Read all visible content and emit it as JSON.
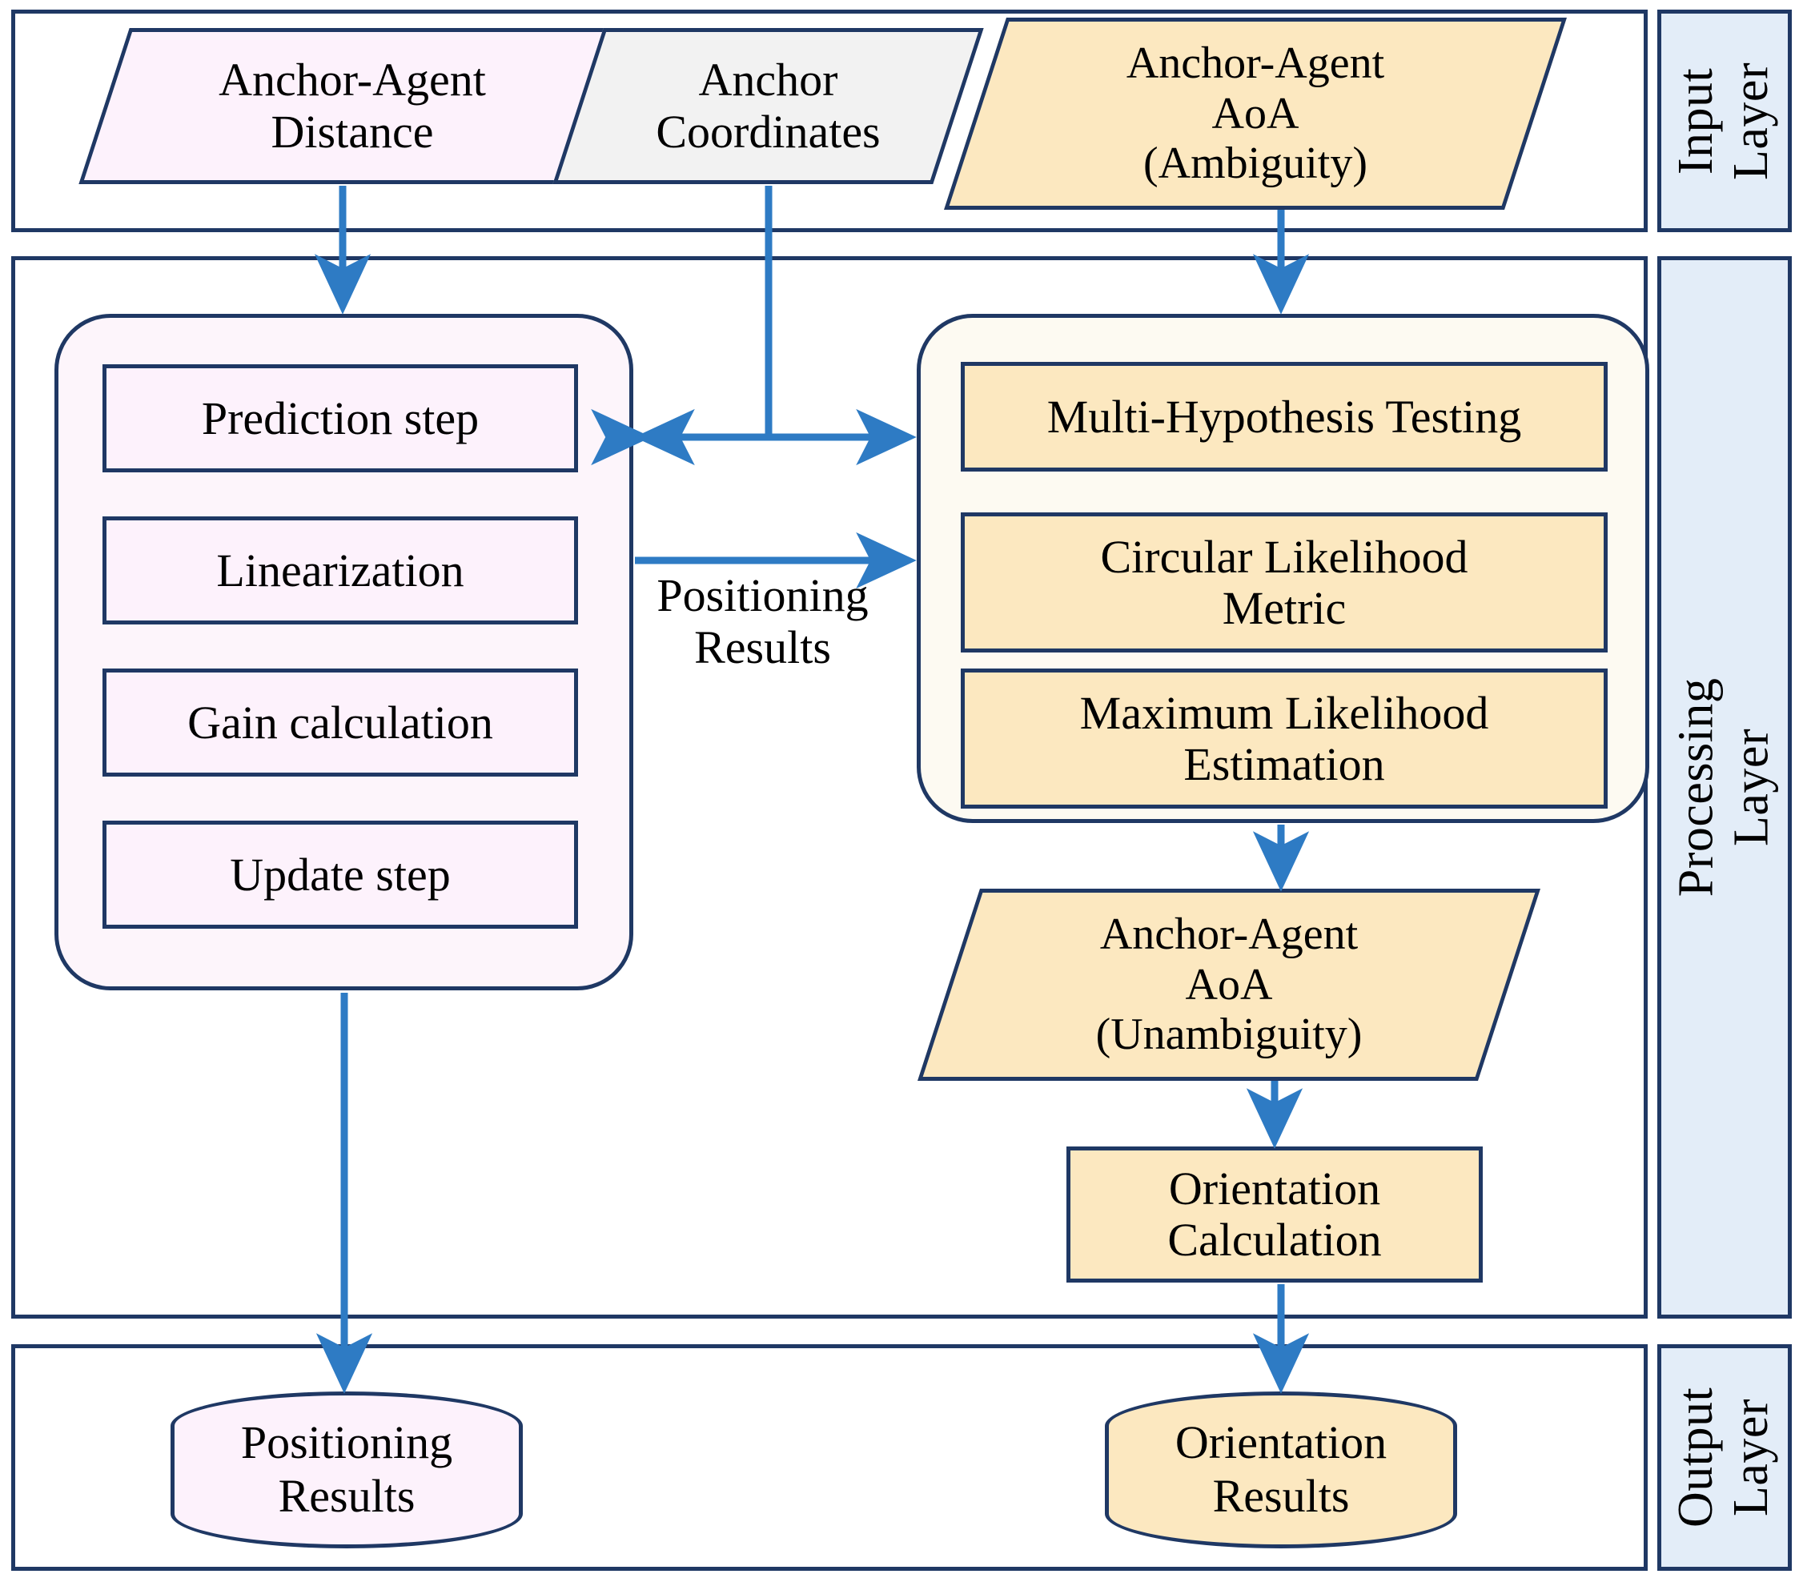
{
  "layers": {
    "input": {
      "label_line1": "Input",
      "label_line2": "Layer"
    },
    "processing": {
      "label_line1": "Processing",
      "label_line2": "Layer"
    },
    "output": {
      "label_line1": "Output",
      "label_line2": "Layer"
    }
  },
  "input_nodes": [
    {
      "id": "anchor-agent-distance",
      "line1": "Anchor-Agent",
      "line2": "Distance",
      "line3": "",
      "fill": "#fdf2fc"
    },
    {
      "id": "anchor-coordinates",
      "line1": "Anchor",
      "line2": "Coordinates",
      "line3": "",
      "fill": "#f2f2f2"
    },
    {
      "id": "anchor-agent-aoa-ambiguity",
      "line1": "Anchor-Agent",
      "line2": "AoA",
      "line3": "(Ambiguity)",
      "fill": "#fce8c0"
    }
  ],
  "ekf_steps": [
    {
      "id": "prediction-step",
      "label": "Prediction step"
    },
    {
      "id": "linearization",
      "label": "Linearization"
    },
    {
      "id": "gain-calculation",
      "label": "Gain calculation"
    },
    {
      "id": "update-step",
      "label": "Update step"
    }
  ],
  "aoa_steps": [
    {
      "id": "multi-hypothesis-testing",
      "line1": "Multi-Hypothesis Testing",
      "line2": ""
    },
    {
      "id": "circular-likelihood-metric",
      "line1": "Circular Likelihood",
      "line2": "Metric"
    },
    {
      "id": "maximum-likelihood-estimation",
      "line1": "Maximum Likelihood",
      "line2": "Estimation"
    }
  ],
  "edge_labels": {
    "positioning_results_line1": "Positioning",
    "positioning_results_line2": "Results"
  },
  "aoa_unambiguous": {
    "line1": "Anchor-Agent",
    "line2": "AoA",
    "line3": "(Unambiguity)"
  },
  "orientation_calc": {
    "line1": "Orientation",
    "line2": "Calculation"
  },
  "output_nodes": [
    {
      "id": "positioning-results",
      "line1": "Positioning",
      "line2": "Results",
      "fill": "#fdf2fc"
    },
    {
      "id": "orientation-results",
      "line1": "Orientation",
      "line2": "Results",
      "fill": "#fce8c0"
    }
  ],
  "colors": {
    "border": "#1f3864",
    "arrow": "#2e7bc4",
    "layer_sidebar": "#e3edf8",
    "pink": "#fdf2fc",
    "yellow": "#fce8c0",
    "gray": "#f2f2f2",
    "cream": "#fdfaf2"
  }
}
